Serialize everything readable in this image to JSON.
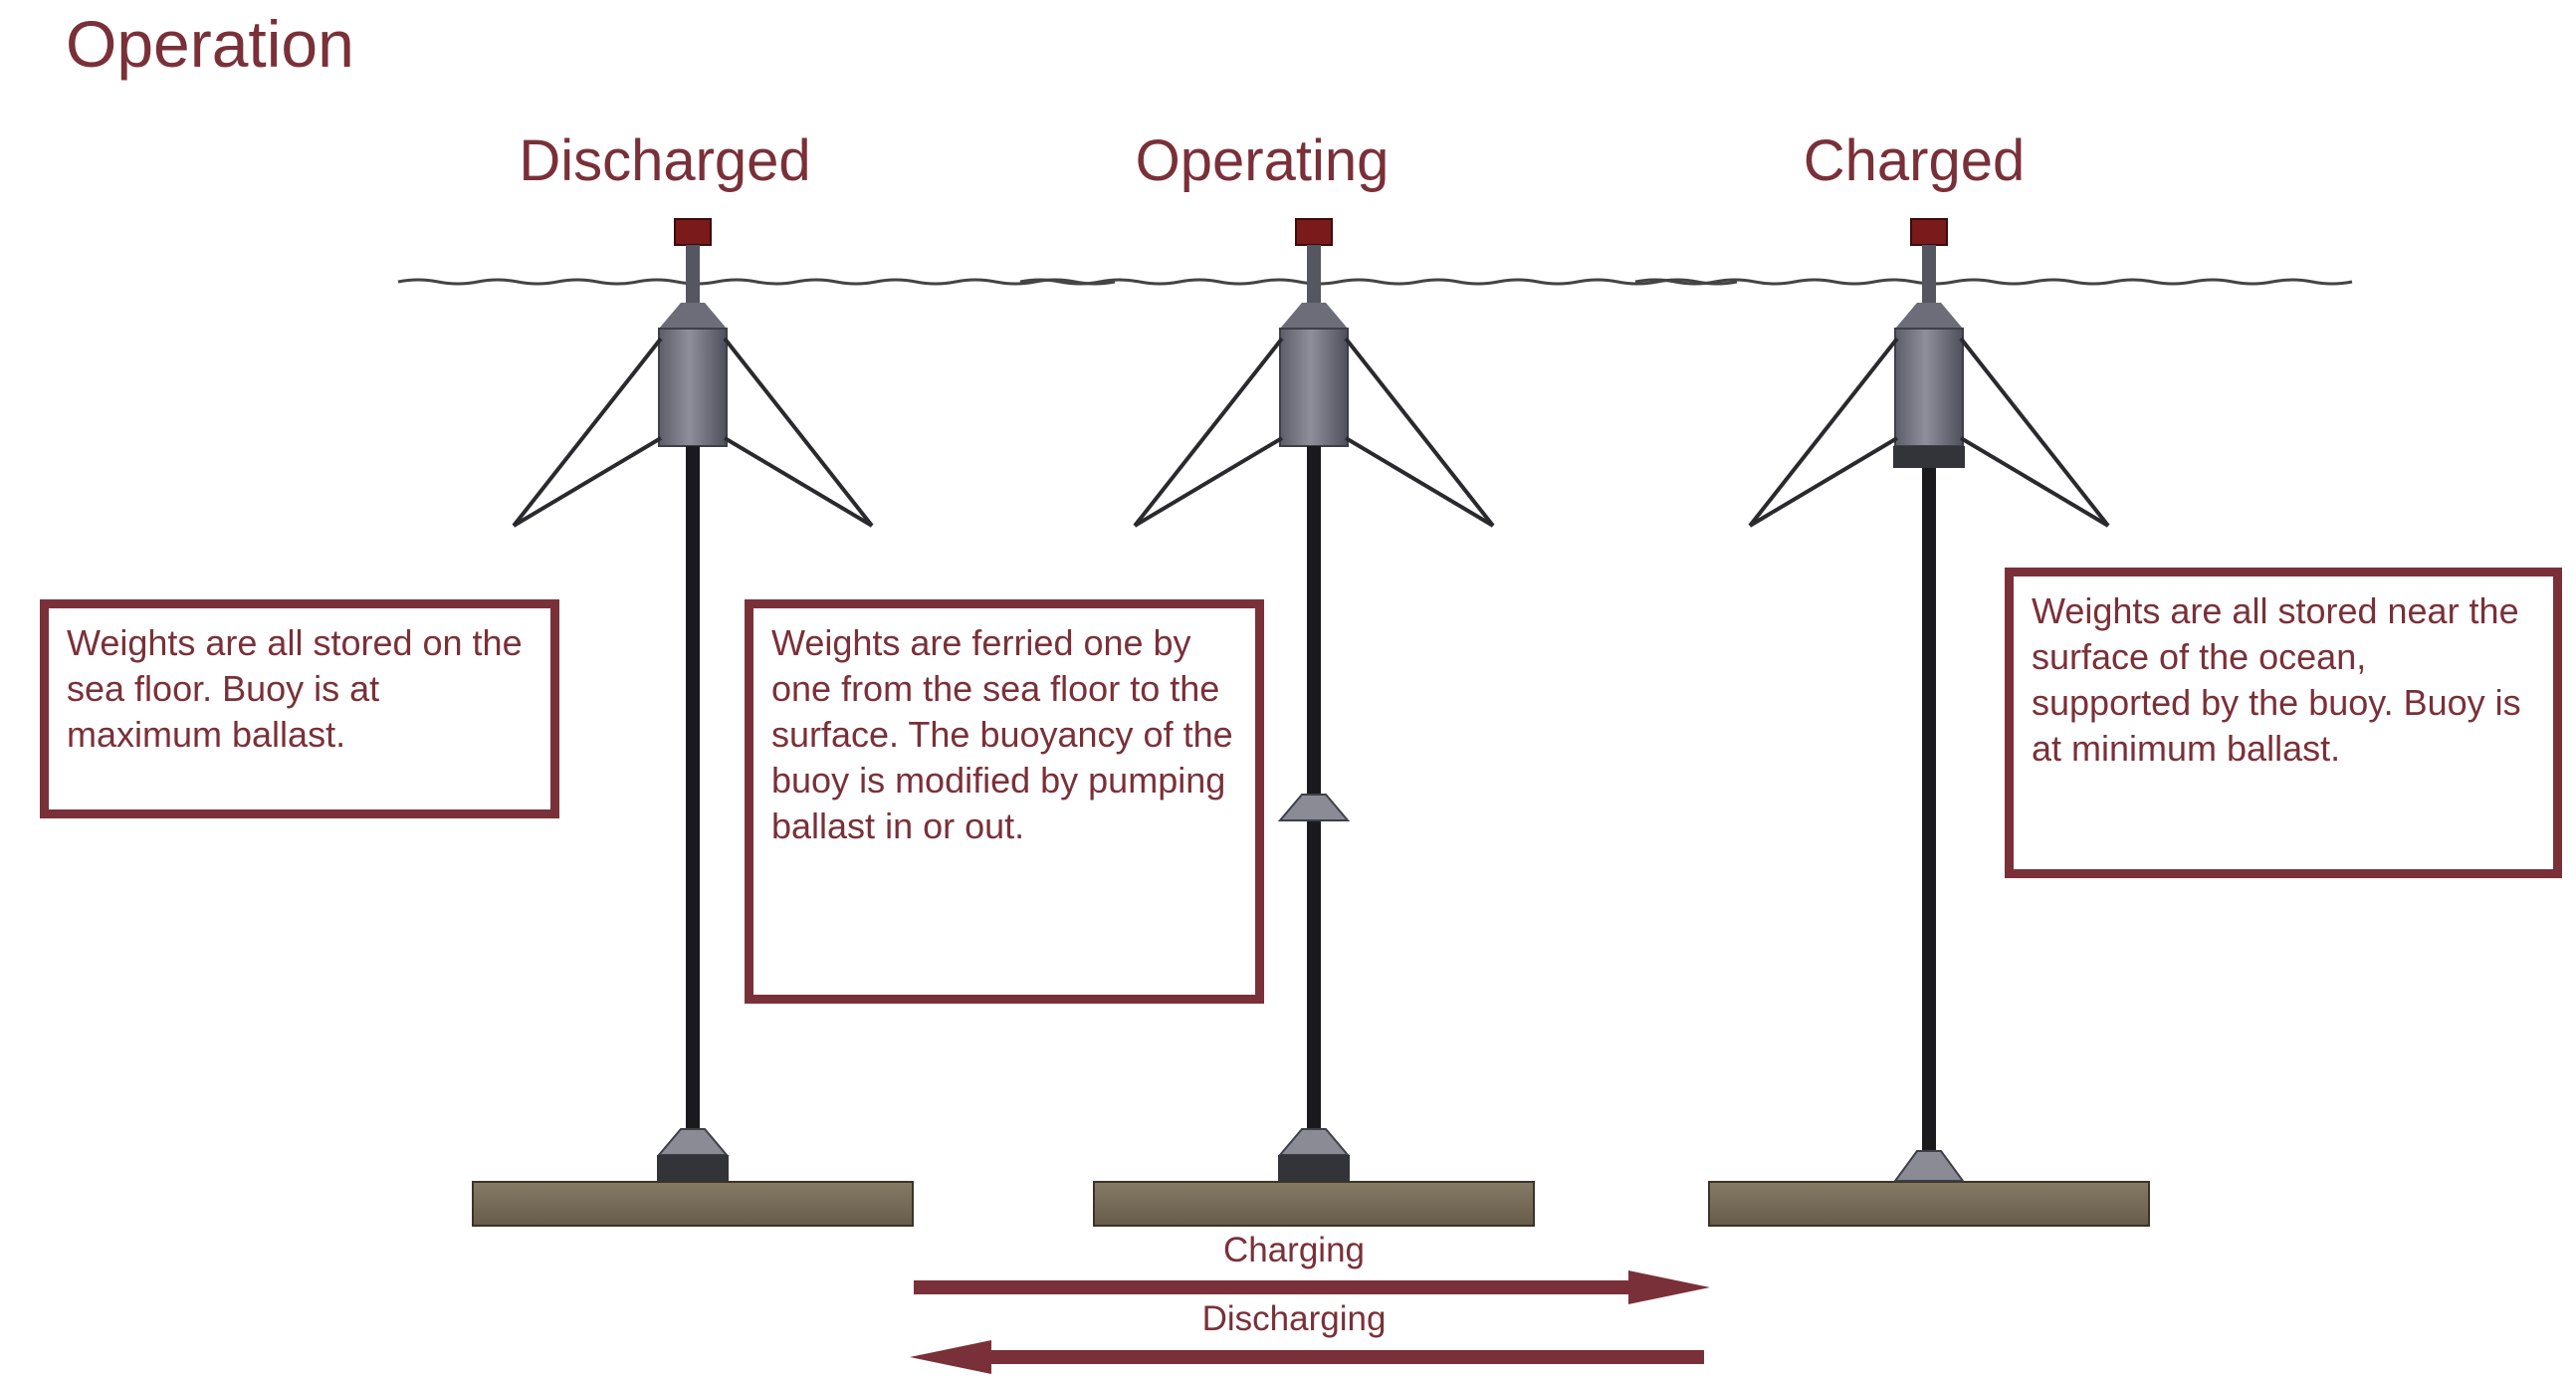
{
  "page": {
    "title": "Operation"
  },
  "states": [
    {
      "label": "Discharged",
      "description": "Weights are all stored on the sea floor. Buoy is at maximum ballast."
    },
    {
      "label": "Operating",
      "description": "Weights are ferried one by one from the sea floor to the surface. The buoyancy of the buoy is modified by pumping ballast in or out."
    },
    {
      "label": "Charged",
      "description": "Weights are all stored near the surface of the ocean, supported by the buoy. Buoy is at minimum ballast."
    }
  ],
  "arrows": {
    "charging_label": "Charging",
    "discharging_label": "Discharging"
  },
  "colors": {
    "accent": "#7a3038",
    "cap": "#7a1a1a",
    "buoy": "#7e7f8a",
    "rod": "#1a1a1e",
    "weight": "#8a8b94",
    "seabed": "#776b58"
  }
}
